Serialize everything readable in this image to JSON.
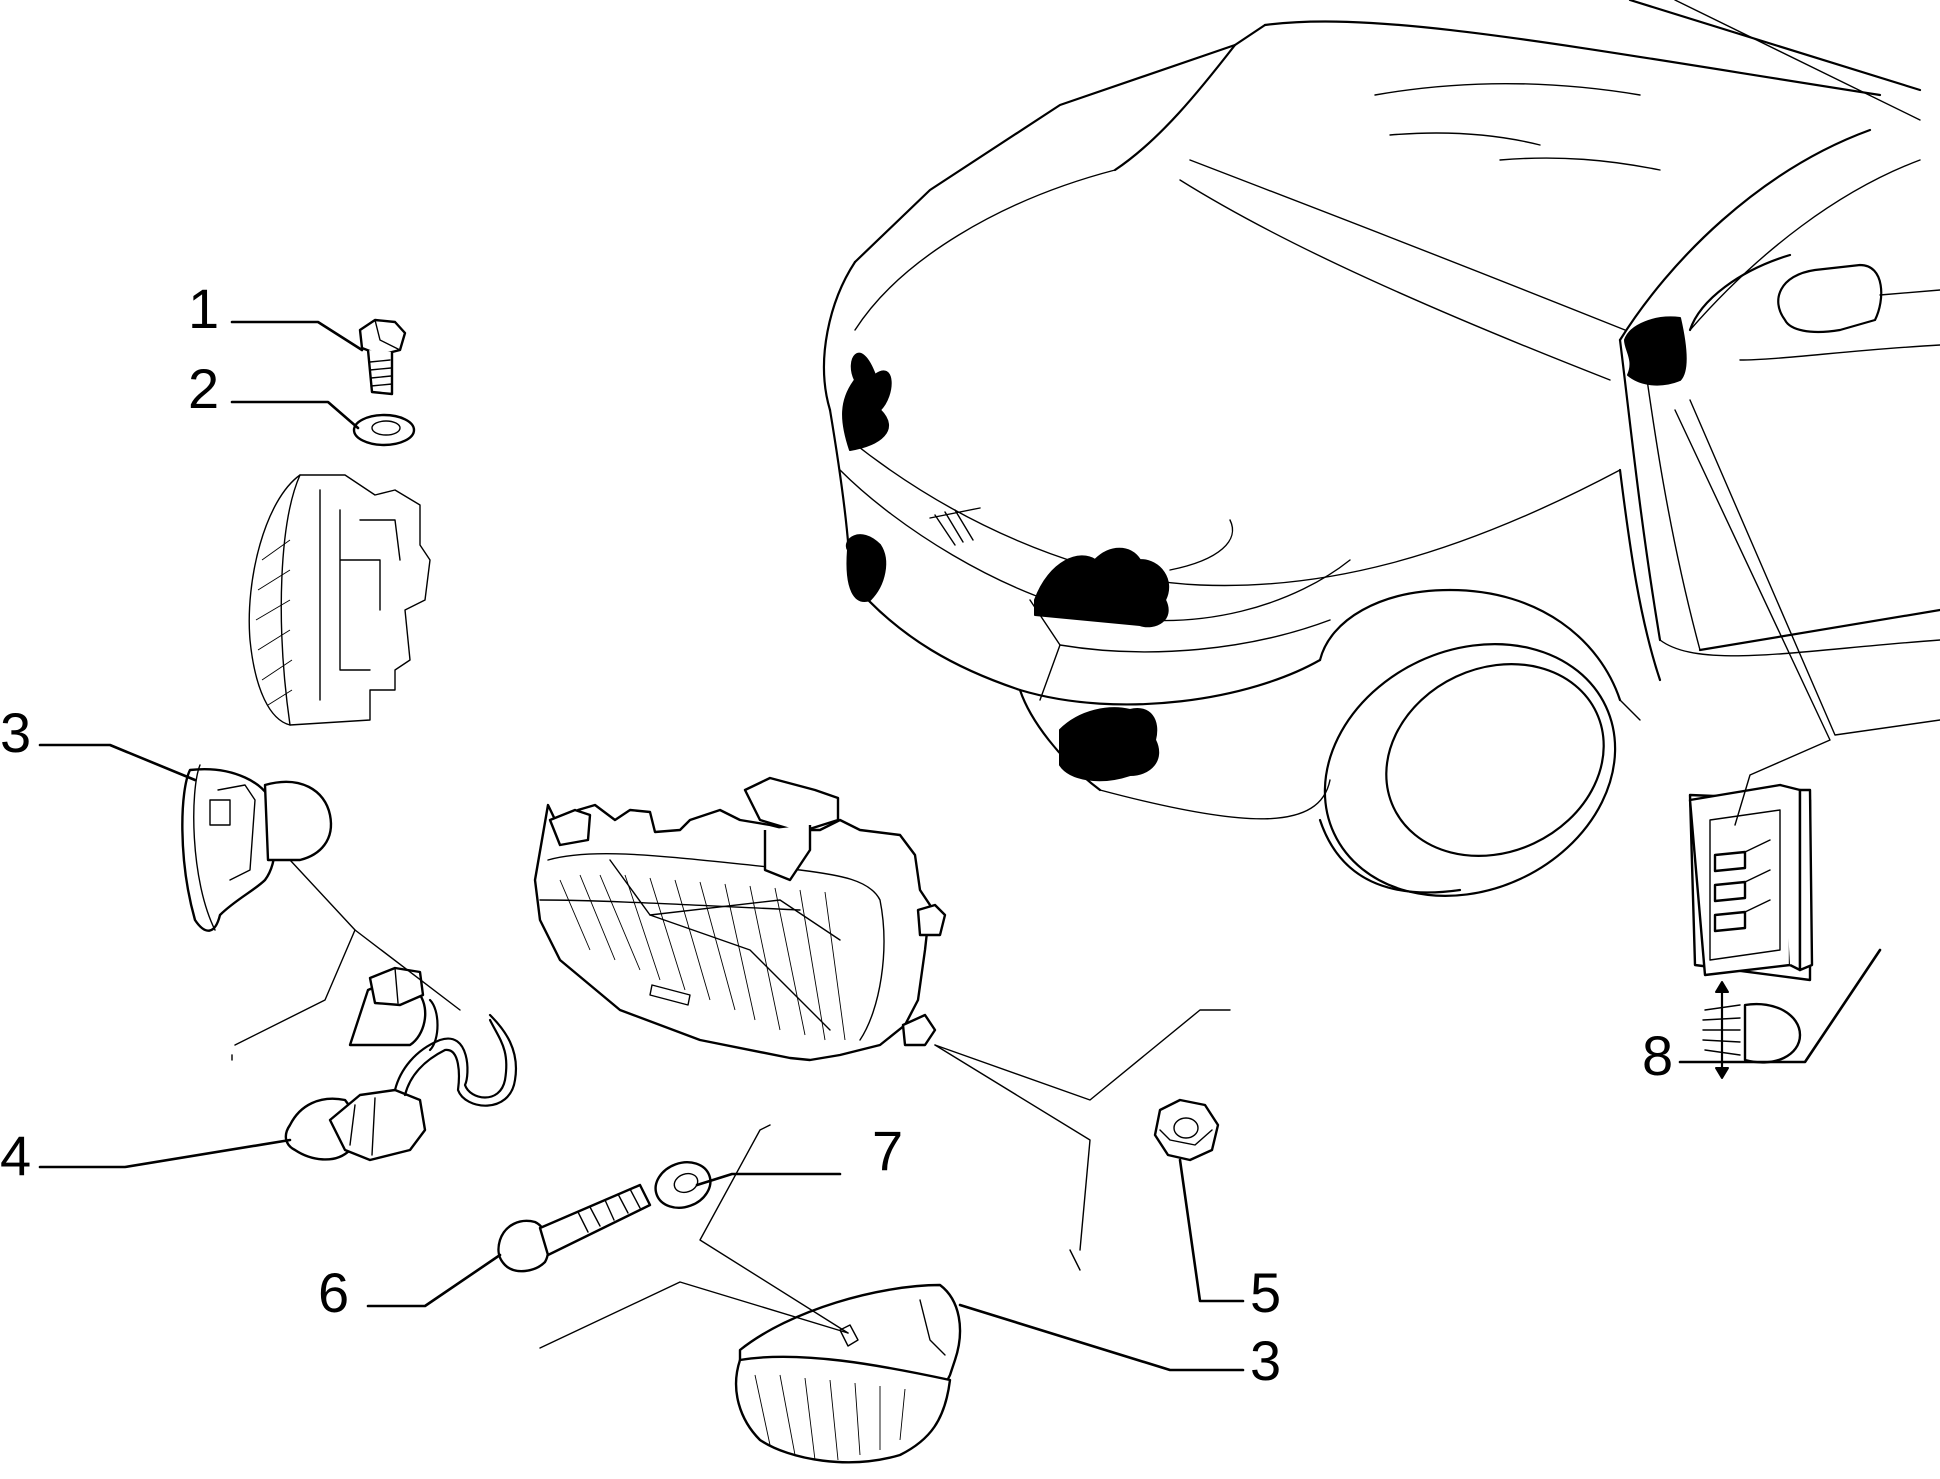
{
  "callouts": {
    "c1": "1",
    "c2": "2",
    "c3_left": "3",
    "c3_bottom": "3",
    "c4": "4",
    "c5": "5",
    "c6": "6",
    "c7": "7",
    "c8": "8"
  },
  "icons": {
    "headlamp_leveling_symbol": "headlamp-range-adjust-icon"
  }
}
